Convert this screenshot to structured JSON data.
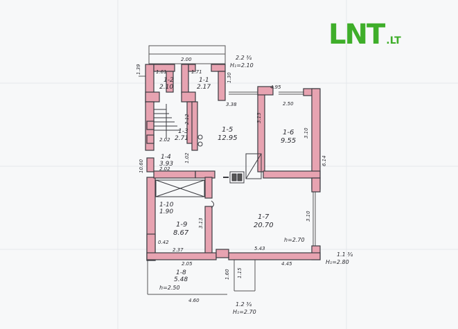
{
  "logo": {
    "brand": "LNT",
    "suffix": ".LT"
  },
  "colors": {
    "wall": "#e7a3b1",
    "outline": "#3a3a40",
    "paper": "#f7f8f9",
    "logo": "#3fae2a"
  },
  "rooms": [
    {
      "id": "1-2",
      "area": "2.10"
    },
    {
      "id": "1-1",
      "area": "2.17"
    },
    {
      "id": "1-3",
      "area": "2.71"
    },
    {
      "id": "1-4",
      "area": "3.93"
    },
    {
      "id": "1-5",
      "area": "12.95"
    },
    {
      "id": "1-6",
      "area": "9.55"
    },
    {
      "id": "1-10",
      "area": "1.90"
    },
    {
      "id": "1-9",
      "area": "8.67"
    },
    {
      "id": "1-7",
      "area": "20.70"
    },
    {
      "id": "1-8",
      "area": "5.48"
    }
  ],
  "dimensions": [
    "2.00",
    "1.61",
    "1.71",
    "1.39",
    "1.30",
    "4.95",
    "3.38",
    "2.50",
    "3.13",
    "3.10",
    "2.12",
    "2.02",
    "1.02",
    "2.02",
    "6.14",
    "10.60",
    "3.13",
    "0.42",
    "2.37",
    "5.43",
    "3.10",
    "2.05",
    "4.45",
    "1.60",
    "1.15",
    "4.60"
  ],
  "porches": [
    {
      "label": "2.2 ¾",
      "height": "H₁=2.10"
    },
    {
      "label": "1.1 ¾",
      "height": "H₁=2.80"
    },
    {
      "label": "1.2 ¾",
      "height": "H₁=2.70"
    }
  ],
  "heights": [
    "h=2.70",
    "h=2.50"
  ]
}
